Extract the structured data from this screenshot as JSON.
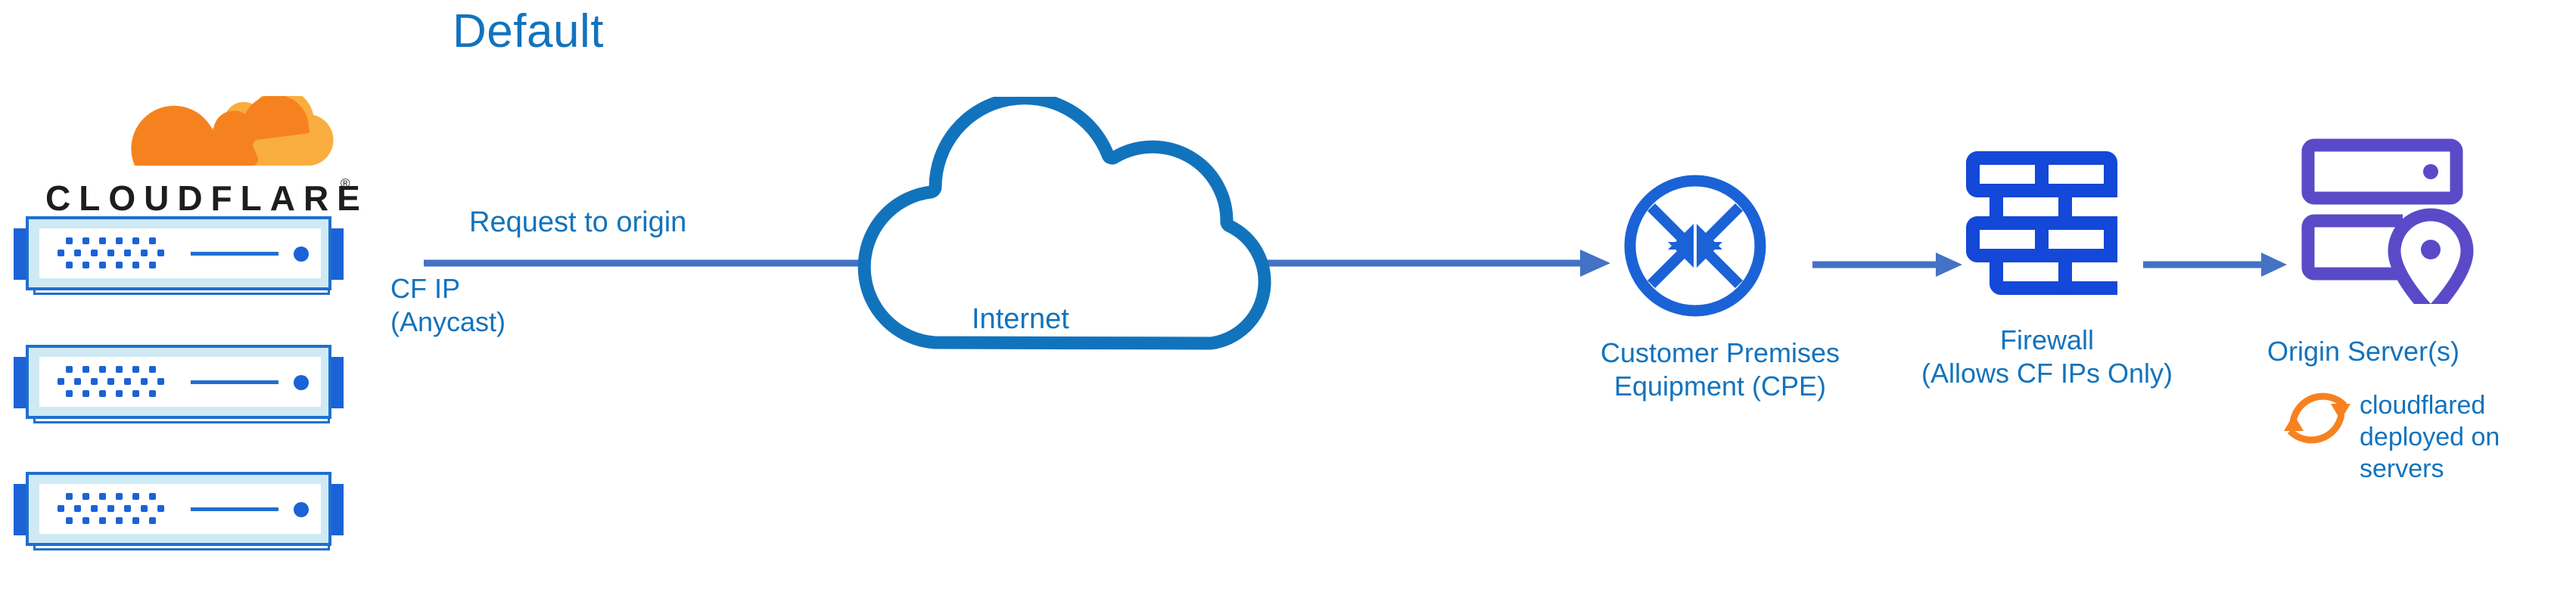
{
  "title": "Default",
  "colors": {
    "title_blue": "#1273bd",
    "label_blue": "#1273bd",
    "arrow_blue": "#4472c4",
    "icon_blue": "#1b62d6",
    "cloud_outline_blue": "#1273bd",
    "origin_purple": "#5b4ac7",
    "cloudflare_orange": "#f6821f",
    "cloudflare_orange_light": "#faad3f",
    "rack_frame": "#1f6fd0",
    "rack_fill": "#cfeaf4"
  },
  "logo": {
    "name": "cloudflare-logo",
    "wordmark": "CLOUDFLARE",
    "registered": "®",
    "cloud_icon": "cloudflare-cloud-icon"
  },
  "racks": [
    {
      "name": "cloudflare-edge-server-1"
    },
    {
      "name": "cloudflare-edge-server-2"
    },
    {
      "name": "cloudflare-edge-server-3"
    }
  ],
  "labels": {
    "request_to_origin": "Request to origin",
    "cf_ip_line1": "CF IP",
    "cf_ip_line2": "(Anycast)",
    "cf_ip": "CF IP\n(Anycast)",
    "internet": "Internet",
    "cpe_line1": "Customer Premises",
    "cpe_line2": "Equipment (CPE)",
    "cpe": "Customer Premises\nEquipment (CPE)",
    "firewall_line1": "Firewall",
    "firewall_line2": "(Allows CF IPs Only)",
    "firewall": "Firewall\n(Allows CF IPs Only)",
    "origin_server": "Origin Server(s)",
    "cloudflared_line1": "cloudflared",
    "cloudflared_line2": "deployed on",
    "cloudflared_line3": "servers",
    "cloudflared": "cloudflared\ndeployed on\nservers"
  },
  "icons": {
    "internet_cloud": "cloud-icon",
    "cpe_router": "router-four-arrows-icon",
    "firewall": "brick-wall-icon",
    "origin_server": "server-rack-with-location-pin-icon",
    "cloudflared": "sync-refresh-arrows-icon"
  },
  "flow": [
    {
      "from": "cloudflare-edge-servers",
      "to": "customer-premises-equipment",
      "label": "Request to origin"
    },
    {
      "from": "customer-premises-equipment",
      "to": "firewall",
      "label": ""
    },
    {
      "from": "firewall",
      "to": "origin-servers",
      "label": ""
    }
  ]
}
